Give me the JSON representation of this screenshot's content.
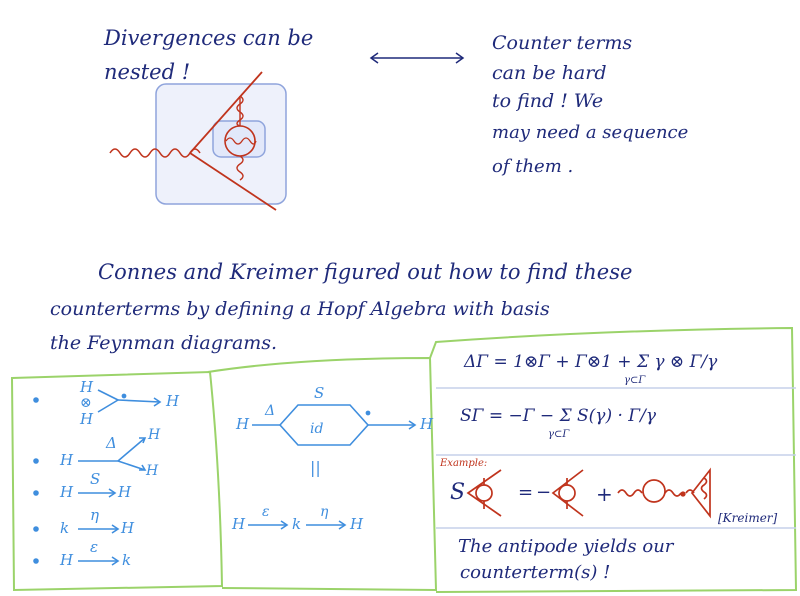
{
  "colors": {
    "ink": "#1f2a7a",
    "blue": "#3f8ede",
    "red": "#c0341d",
    "green": "#9bd36a",
    "box_fill": "#eef1fb",
    "box_stroke": "#8fa4dc"
  },
  "top_left": {
    "line1": "Divergences can be",
    "line2": "nested !"
  },
  "arrow_double": "↔",
  "top_right": {
    "lines": [
      "Counter terms",
      "can    be   hard",
      "to   find !  We",
      "may  need   a  sequence",
      "of  them ."
    ]
  },
  "middle": {
    "line1": "Connes  and  Kreimer   figured  out  how  to  find  these",
    "line2": "counterterms   by  defining   a  Hopf  Algebra  with  basis",
    "line3": "the  Feynman    diagrams."
  },
  "panel1": {
    "mult": {
      "top": "H",
      "tensor": "⊗",
      "bottom": "H",
      "out": "H"
    },
    "comult": {
      "in": "H",
      "label": "Δ",
      "out1": "H",
      "out2": "H"
    },
    "antipode": {
      "in": "H",
      "label": "S",
      "out": "H"
    },
    "counit": {
      "in": "k",
      "label": "η",
      "out": "H"
    },
    "unit": {
      "in": "H",
      "label": "ε",
      "out": "k"
    }
  },
  "panel2": {
    "in": "H",
    "delta": "Δ",
    "top_label": "S",
    "mid_label": "id",
    "out": "H",
    "equals": "||",
    "bottom": {
      "in": "H",
      "label1": "ε",
      "mid": "k",
      "label2": "η",
      "out": "H"
    }
  },
  "panel3": {
    "coproduct": "ΔΓ  =  1⊗Γ + Γ⊗1  +  Σ  γ ⊗ Γ/γ",
    "coproduct_sub": "γ⊂Γ",
    "antipode": "SΓ =  −Γ −  Σ  S(γ) · Γ/γ",
    "antipode_sub": "γ⊂Γ",
    "example_label": "Example:",
    "S": "S",
    "eq": "=",
    "minus": "−",
    "plus": "+",
    "citation": "[Kreimer]",
    "conclusion1": "The  antipode  yields  our",
    "conclusion2": "counterterm(s)  !"
  }
}
